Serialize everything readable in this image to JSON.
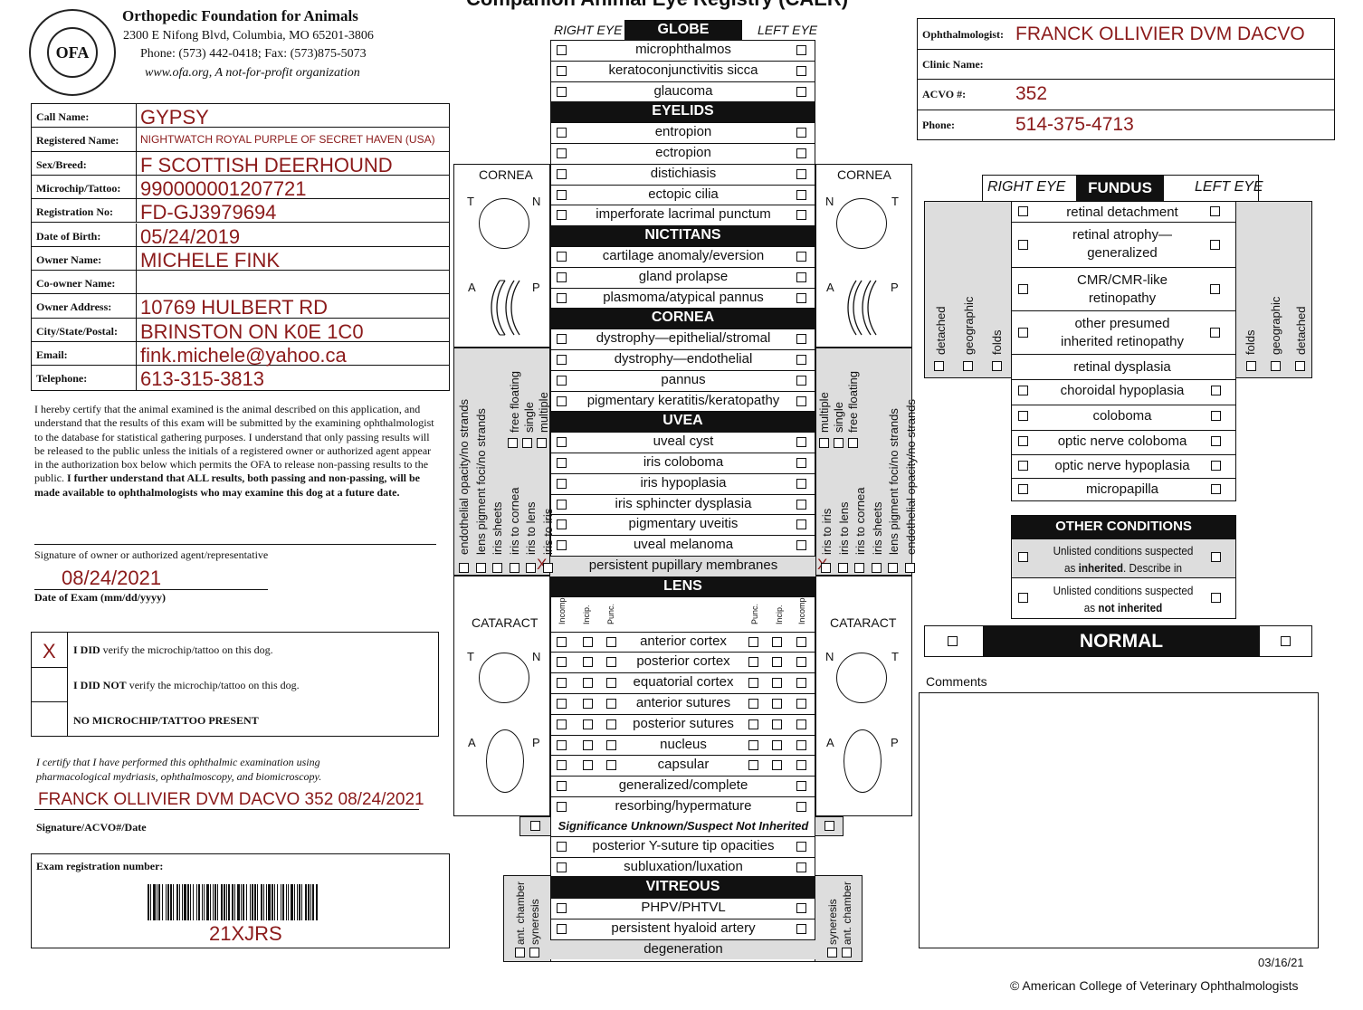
{
  "header": {
    "org_name": "Orthopedic Foundation for Animals",
    "address": "2300 E Nifong Blvd, Columbia, MO 65201-3806",
    "phone": "Phone: (573) 442-0418; Fax: (573)875-5073",
    "web": "www.ofa.org, A not-for-profit organization",
    "logo_text": "OFA",
    "form_title": "Companion Animal Eye Registry (CAER)"
  },
  "owner": {
    "rows": [
      {
        "label": "Call Name:",
        "value": "GYPSY"
      },
      {
        "label": "Registered Name:",
        "value": "NIGHTWATCH ROYAL PURPLE OF SECRET HAVEN (USA)"
      },
      {
        "label": "Sex/Breed:",
        "value": "F SCOTTISH DEERHOUND"
      },
      {
        "label": "Microchip/Tattoo:",
        "value": "990000001207721"
      },
      {
        "label": "Registration No:",
        "value": "FD-GJ3979694"
      },
      {
        "label": "Date of Birth:",
        "value": "05/24/2019"
      },
      {
        "label": "Owner Name:",
        "value": "MICHELE FINK"
      },
      {
        "label": "Co-owner Name:",
        "value": ""
      },
      {
        "label": "Owner Address:",
        "value": "10769 HULBERT RD"
      },
      {
        "label": "City/State/Postal:",
        "value": "BRINSTON ON K0E 1C0"
      },
      {
        "label": "Email:",
        "value": "fink.michele@yahoo.ca"
      },
      {
        "label": "Telephone:",
        "value": "613-315-3813"
      }
    ]
  },
  "certification": {
    "text_part1": "I hereby certify that the animal examined is the animal described on this application, and understand that the results of this exam will be submitted by the examining ophthalmologist to the database for statistical gathering purposes. I understand that only passing results will be released to the public unless the initials of a registered owner or authorized agent appear in the authorization box below which permits the OFA to release non-passing results to the public. ",
    "text_bold": "I further understand that ALL results, both passing and non-passing, will be made available to ophthalmologists who may examine this dog at a future date.",
    "signature_label": "Signature of owner or authorized agent/representative",
    "exam_date": "08/24/2021",
    "exam_date_label": "Date of Exam (mm/dd/yyyy)"
  },
  "verify": {
    "mark": "X",
    "did_bold": "I DID",
    "did_rest": " verify the microchip/tattoo on this dog.",
    "didnot_bold": "I DID NOT",
    "didnot_rest": " verify the microchip/tattoo on this dog.",
    "none": "NO MICROCHIP/TATTOO PRESENT"
  },
  "exam_cert": {
    "text": "I certify that I have performed this ophthalmic examination using pharmacological mydriasis, ophthalmoscopy, and biomicroscopy.",
    "signature_value": "FRANCK OLLIVIER DVM DACVO 352 08/24/2021",
    "signature_label": "Signature/ACVO#/Date",
    "reg_label": "Exam registration number:",
    "reg_number": "21XJRS"
  },
  "ophthalmologist": {
    "name_label": "Ophthalmologist:",
    "name": "FRANCK OLLIVIER DVM DACVO",
    "clinic_label": "Clinic Name:",
    "clinic": "",
    "acvo_label": "ACVO #:",
    "acvo": "352",
    "phone_label": "Phone:",
    "phone": "514-375-4713"
  },
  "eye": {
    "right_eye": "RIGHT EYE",
    "left_eye": "LEFT EYE",
    "globe": "GLOBE",
    "globe_items": [
      "microphthalmos",
      "keratoconjunctivitis sicca",
      "glaucoma"
    ],
    "eyelids": "EYELIDS",
    "eyelid_items": [
      "entropion",
      "ectropion",
      "distichiasis",
      "ectopic cilia",
      "imperforate lacrimal punctum"
    ],
    "nictitans": "NICTITANS",
    "nictitans_items": [
      "cartilage anomaly/eversion",
      "gland prolapse",
      "plasmoma/atypical pannus"
    ],
    "cornea": "CORNEA",
    "cornea_items": [
      "dystrophy—epithelial/stromal",
      "dystrophy—endothelial",
      "pannus",
      "pigmentary keratitis/keratopathy"
    ],
    "uvea": "UVEA",
    "uvea_items": [
      "uveal cyst",
      "iris coloboma",
      "iris hypoplasia",
      "iris sphincter dysplasia",
      "pigmentary uveitis",
      "uveal melanoma"
    ],
    "ppm": "persistent pupillary membranes",
    "ppm_mark": "X",
    "lens": "LENS",
    "lens_cols": [
      "Incomp.",
      "Incip.",
      "Punc."
    ],
    "lens_items": [
      "anterior cortex",
      "posterior cortex",
      "equatorial cortex",
      "anterior sutures",
      "posterior sutures",
      "nucleus",
      "capsular"
    ],
    "lens_items2": [
      "generalized/complete",
      "resorbing/hypermature"
    ],
    "significance": "Significance Unknown/Suspect Not Inherited",
    "lens_items3": [
      "posterior Y-suture tip opacities",
      "subluxation/luxation"
    ],
    "vitreous": "VITREOUS",
    "vitreous_items": [
      "PHPV/PHTVL",
      "persistent hyaloid artery",
      "degeneration"
    ],
    "vitreous_side": [
      "ant. chamber",
      "syneresis"
    ],
    "cornea_side_label": "CORNEA",
    "cataract_label": "CATARACT",
    "eye_letters": [
      "T",
      "N",
      "A",
      "P"
    ],
    "ppm_side_labels": [
      "endothelial opacity/no strands",
      "lens pigment foci/no strands",
      "iris sheets",
      "iris to cornea",
      "iris to lens",
      "iris to iris"
    ],
    "uvea_side_labels": [
      "free floating",
      "single",
      "multiple"
    ]
  },
  "fundus": {
    "right_eye": "RIGHT EYE",
    "title": "FUNDUS",
    "left_eye": "LEFT EYE",
    "items": [
      "retinal detachment",
      "retinal atrophy—\ngeneralized",
      "CMR/CMR-like\nretinopathy",
      "other presumed\ninherited retinopathy"
    ],
    "dysplasia": "retinal dysplasia",
    "dysplasia_side": [
      "detached",
      "geographic",
      "folds"
    ],
    "items2": [
      "choroidal hypoplasia",
      "coloboma",
      "optic nerve coloboma",
      "optic nerve hypoplasia",
      "micropapilla"
    ],
    "other_title": "OTHER CONDITIONS",
    "other1_a": "Unlisted conditions suspected as ",
    "other1_b": "inherited",
    "other1_c": ". Describe in comments",
    "other2_a": "Unlisted conditions suspected",
    "other2_b": "as ",
    "other2_c": "not inherited",
    "normal": "NORMAL",
    "comments_label": "Comments"
  },
  "footer": {
    "version": "03/16/21",
    "copyright": "© American College of Veterinary Ophthalmologists"
  }
}
